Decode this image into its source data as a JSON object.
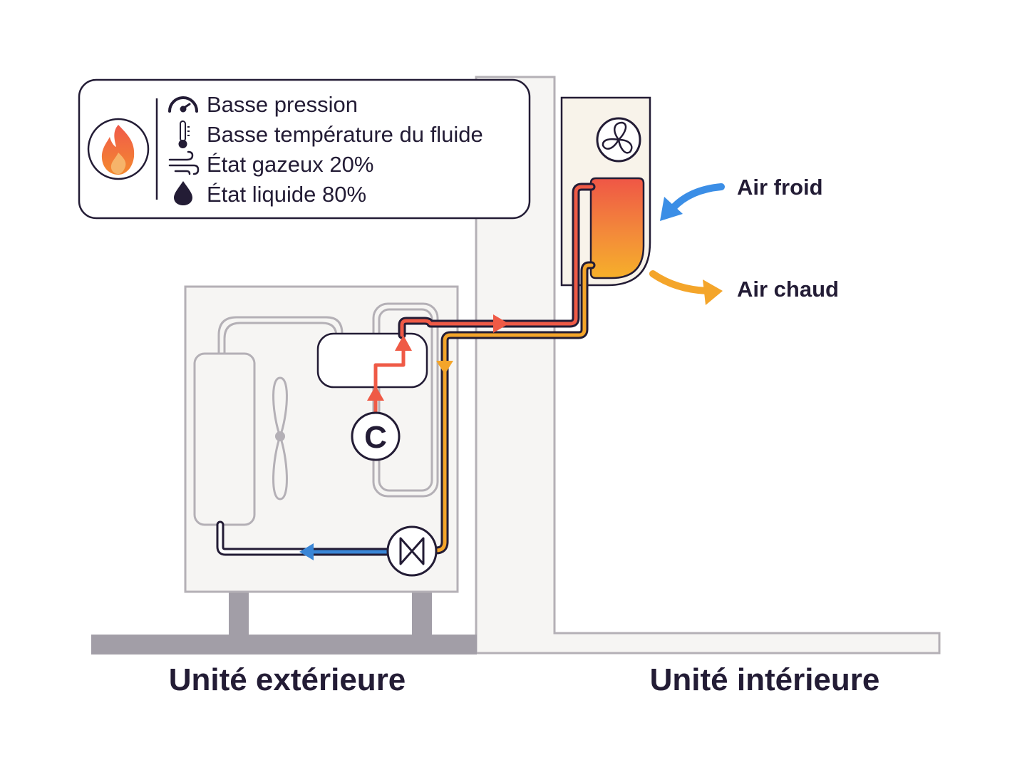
{
  "legend": {
    "icon": "flame-icon",
    "items": [
      {
        "icon": "pressure-gauge-icon",
        "label": "Basse pression"
      },
      {
        "icon": "thermometer-icon",
        "label": "Basse température du fluide"
      },
      {
        "icon": "wind-icon",
        "label": "État gazeux 20%"
      },
      {
        "icon": "water-drop-icon",
        "label": "État liquide 80%"
      }
    ]
  },
  "air": {
    "cold_label": "Air froid",
    "hot_label": "Air chaud"
  },
  "compressor": {
    "letter": "C"
  },
  "units": {
    "outdoor_label": "Unité extérieure",
    "indoor_label": "Unité intérieure"
  },
  "colors": {
    "ink": "#231c35",
    "hot_pipe": "#ef5a46",
    "warm_pipe": "#f4a52a",
    "cold_pipe": "#3a86d6",
    "cold_air": "#3b8ee6",
    "hot_air": "#f4a52a",
    "ground": "#a29ea7",
    "cabinet": "#f6f5f3",
    "cabinet_border": "#b4b0b6"
  }
}
